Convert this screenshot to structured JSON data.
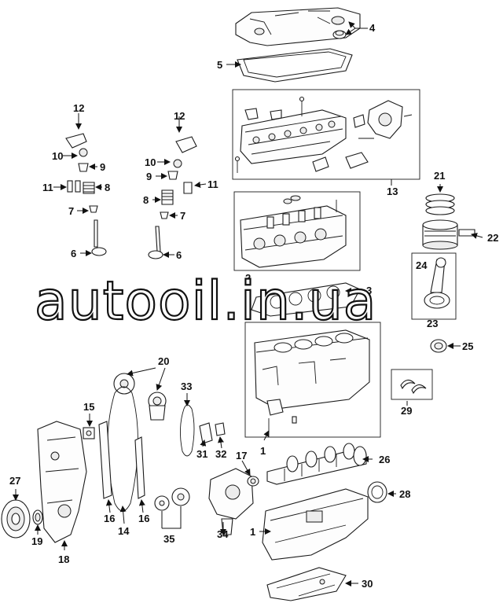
{
  "watermark": "autooil.in.ua",
  "callouts": {
    "c1a": "1",
    "c1b": "1",
    "c2": "2",
    "c3": "3",
    "c4": "4",
    "c5": "5",
    "c6a": "6",
    "c6b": "6",
    "c7a": "7",
    "c7b": "7",
    "c8a": "8",
    "c8b": "8",
    "c9a": "9",
    "c9b": "9",
    "c10a": "10",
    "c10b": "10",
    "c11a": "11",
    "c11b": "11",
    "c12a": "12",
    "c12b": "12",
    "c13": "13",
    "c14": "14",
    "c15": "15",
    "c16a": "16",
    "c16b": "16",
    "c17": "17",
    "c18": "18",
    "c19": "19",
    "c20": "20",
    "c21": "21",
    "c22": "22",
    "c23": "23",
    "c24": "24",
    "c25": "25",
    "c26": "26",
    "c27": "27",
    "c28": "28",
    "c29": "29",
    "c30": "30",
    "c31": "31",
    "c32": "32",
    "c33": "33",
    "c34": "34",
    "c35": "35"
  }
}
